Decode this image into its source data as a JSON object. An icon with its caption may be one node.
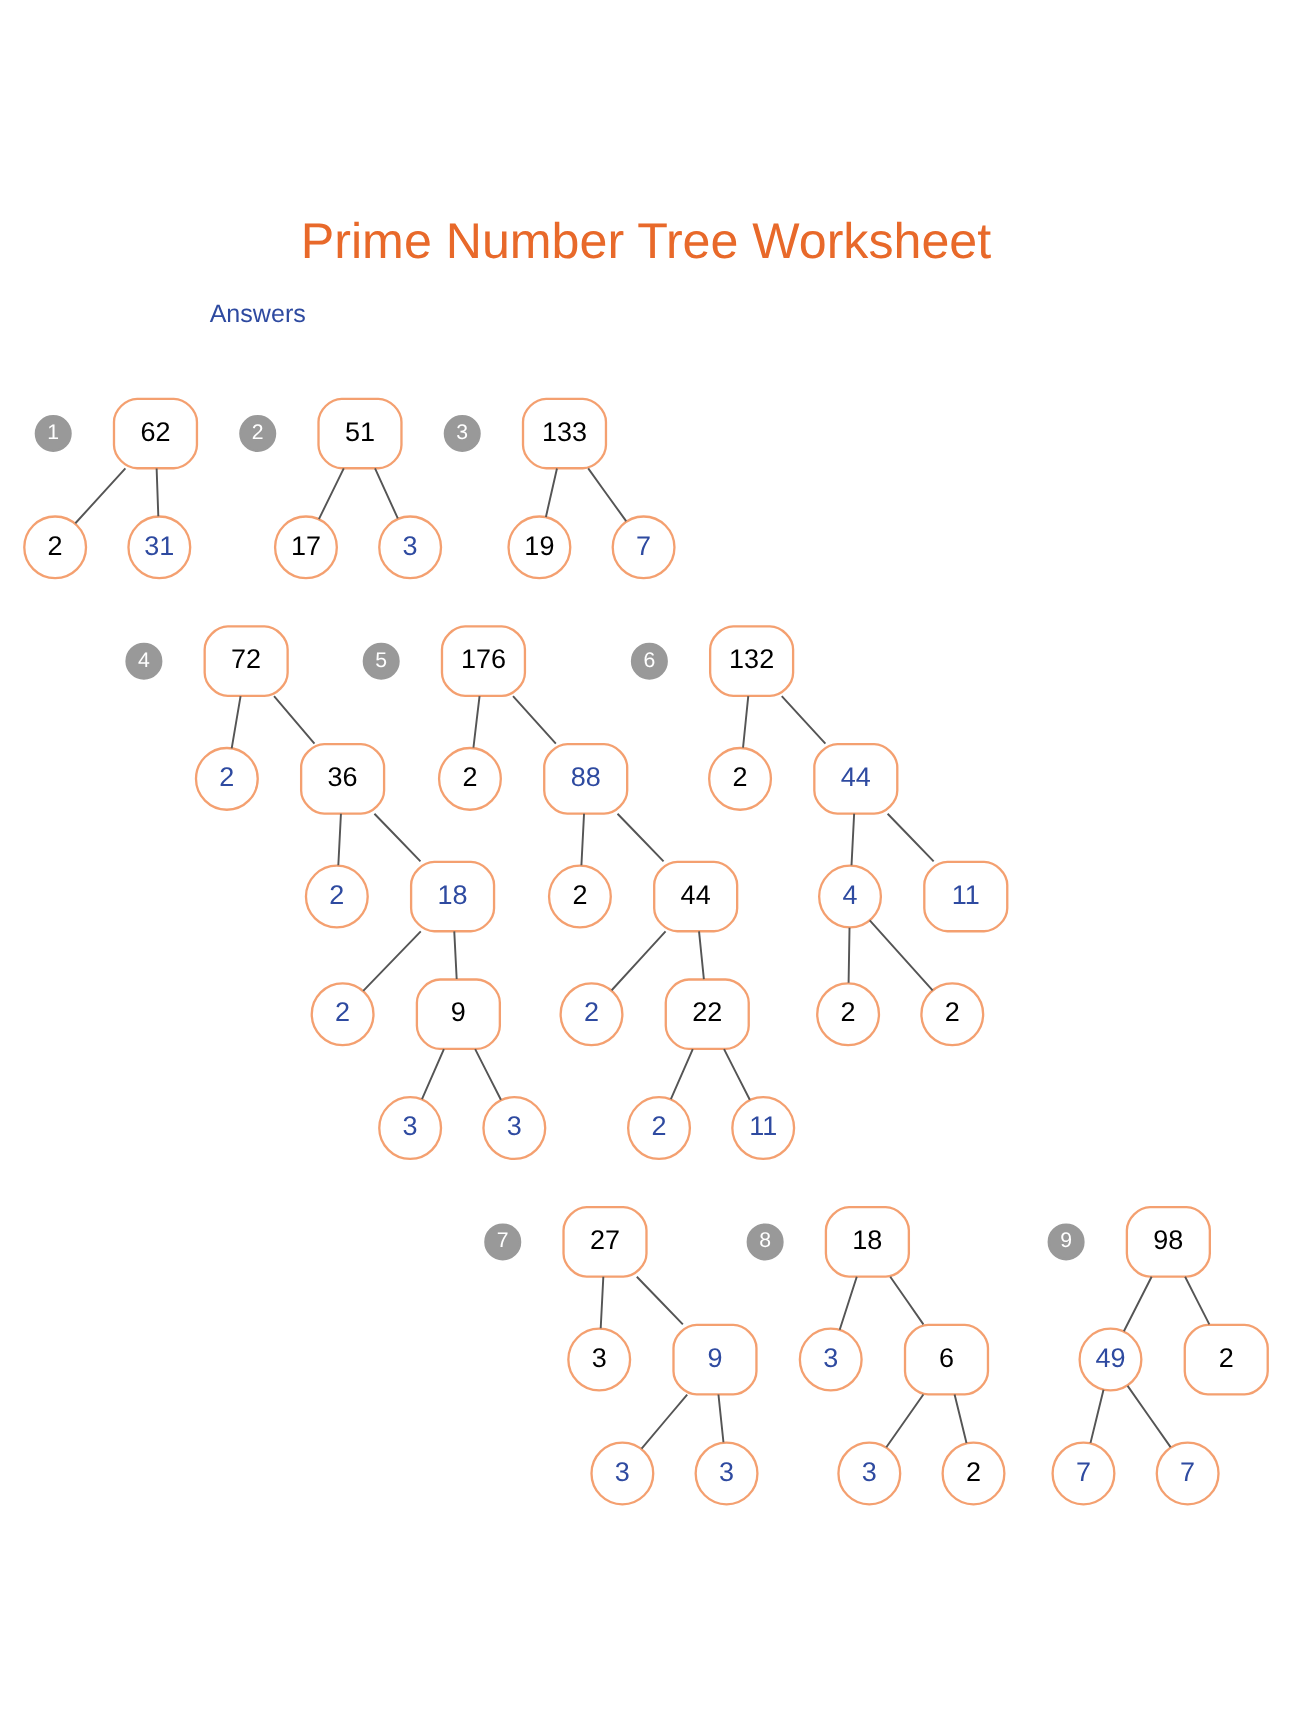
{
  "diagram": {
    "title": "Prime Number Tree Worksheet",
    "nodes": [
      {
        "text": [
          "62"
        ]
      },
      {
        "text": [
          "2"
        ]
      },
      {
        "text": [
          "31"
        ]
      },
      {
        "text": [
          "51"
        ]
      },
      {
        "text": [
          "17"
        ]
      },
      {
        "text": [
          "3"
        ]
      },
      {
        "text": [
          "133"
        ]
      },
      {
        "text": [
          "19"
        ]
      },
      {
        "text": [
          "7"
        ]
      },
      {
        "text": [
          "72"
        ]
      },
      {
        "text": [
          "2"
        ]
      },
      {
        "text": [
          "36"
        ]
      },
      {
        "text": [
          "2"
        ]
      },
      {
        "text": [
          "18"
        ]
      },
      {
        "text": [
          "2"
        ]
      },
      {
        "text": [
          "9"
        ]
      },
      {
        "text": [
          "3"
        ]
      },
      {
        "text": [
          "3"
        ]
      },
      {
        "text": [
          "176"
        ]
      },
      {
        "text": [
          "2"
        ]
      },
      {
        "text": [
          "88"
        ]
      },
      {
        "text": [
          "2"
        ]
      },
      {
        "text": [
          "44"
        ]
      },
      {
        "text": [
          "2"
        ]
      },
      {
        "text": [
          "22"
        ]
      },
      {
        "text": [
          "2"
        ]
      },
      {
        "text": [
          "11"
        ]
      },
      {
        "text": [
          "132"
        ]
      },
      {
        "text": [
          "2"
        ]
      },
      {
        "text": [
          "44"
        ]
      },
      {
        "text": [
          "4"
        ]
      },
      {
        "text": [
          "11"
        ]
      },
      {
        "text": [
          "2"
        ]
      },
      {
        "text": [
          "2"
        ]
      },
      {
        "text": [
          "27"
        ]
      },
      {
        "text": [
          "3"
        ]
      },
      {
        "text": [
          "9"
        ]
      },
      {
        "text": [
          "3"
        ]
      },
      {
        "text": [
          "3"
        ]
      },
      {
        "text": [
          "18"
        ]
      },
      {
        "text": [
          "3"
        ]
      },
      {
        "text": [
          "6"
        ]
      },
      {
        "text": [
          "3"
        ]
      },
      {
        "text": [
          "2"
        ]
      },
      {
        "text": [
          "98"
        ]
      },
      {
        "text": [
          "49"
        ]
      },
      {
        "text": [
          "2"
        ]
      },
      {
        "text": [
          "7"
        ]
      },
      {
        "text": [
          "7"
        ]
      }
    ],
    "edges": [
      {
        "from": 0,
        "to": 1,
        "arrow": "none"
      },
      {
        "from": 0,
        "to": 2,
        "arrow": "none"
      },
      {
        "from": 3,
        "to": 4,
        "arrow": "none"
      },
      {
        "from": 3,
        "to": 5,
        "arrow": "none"
      },
      {
        "from": 6,
        "to": 7,
        "arrow": "none"
      },
      {
        "from": 6,
        "to": 8,
        "arrow": "none"
      },
      {
        "from": 9,
        "to": 10,
        "arrow": "none"
      },
      {
        "from": 9,
        "to": 11,
        "arrow": "none"
      },
      {
        "from": 11,
        "to": 12,
        "arrow": "none"
      },
      {
        "from": 11,
        "to": 13,
        "arrow": "none"
      },
      {
        "from": 13,
        "to": 14,
        "arrow": "none"
      },
      {
        "from": 13,
        "to": 15,
        "arrow": "none"
      },
      {
        "from": 15,
        "to": 16,
        "arrow": "none"
      },
      {
        "from": 15,
        "to": 17,
        "arrow": "none"
      },
      {
        "from": 18,
        "to": 19,
        "arrow": "none"
      },
      {
        "from": 18,
        "to": 20,
        "arrow": "none"
      },
      {
        "from": 20,
        "to": 21,
        "arrow": "none"
      },
      {
        "from": 20,
        "to": 22,
        "arrow": "none"
      },
      {
        "from": 22,
        "to": 23,
        "arrow": "none"
      },
      {
        "from": 22,
        "to": 24,
        "arrow": "none"
      },
      {
        "from": 24,
        "to": 25,
        "arrow": "none"
      },
      {
        "from": 24,
        "to": 26,
        "arrow": "none"
      },
      {
        "from": 27,
        "to": 28,
        "arrow": "none"
      },
      {
        "from": 27,
        "to": 29,
        "arrow": "none"
      },
      {
        "from": 29,
        "to": 30,
        "arrow": "none"
      },
      {
        "from": 29,
        "to": 31,
        "arrow": "none"
      },
      {
        "from": 30,
        "to": 32,
        "arrow": "none"
      },
      {
        "from": 30,
        "to": 33,
        "arrow": "none"
      },
      {
        "from": 34,
        "to": 35,
        "arrow": "none"
      },
      {
        "from": 34,
        "to": 36,
        "arrow": "none"
      },
      {
        "from": 36,
        "to": 37,
        "arrow": "none"
      },
      {
        "from": 36,
        "to": 38,
        "arrow": "none"
      },
      {
        "from": 39,
        "to": 40,
        "arrow": "none"
      },
      {
        "from": 39,
        "to": 41,
        "arrow": "none"
      },
      {
        "from": 41,
        "to": 42,
        "arrow": "none"
      },
      {
        "from": 41,
        "to": 43,
        "arrow": "none"
      },
      {
        "from": 44,
        "to": 45,
        "arrow": "none"
      },
      {
        "from": 44,
        "to": 46,
        "arrow": "none"
      },
      {
        "from": 45,
        "to": 47,
        "arrow": "none"
      },
      {
        "from": 45,
        "to": 48,
        "arrow": "none"
      }
    ],
    "labels": [
      "Answers",
      "1",
      "2",
      "3",
      "4",
      "5",
      "6",
      "7",
      "8",
      "9"
    ]
  }
}
